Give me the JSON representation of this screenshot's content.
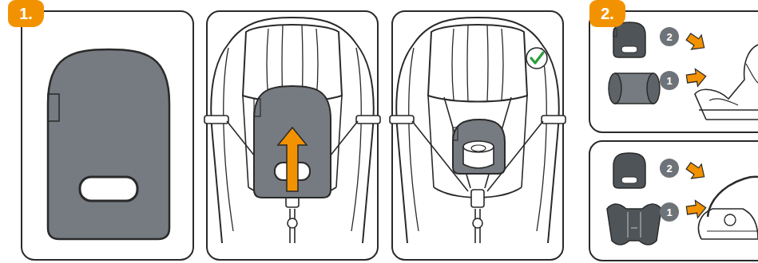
{
  "diagram": {
    "nodes": [
      {
        "text": [
          "1."
        ]
      },
      {
        "text": [
          "2."
        ]
      },
      {
        "text": [
          "2"
        ]
      },
      {
        "text": [
          "1"
        ]
      },
      {
        "text": [
          "2"
        ]
      },
      {
        "text": [
          "1"
        ]
      }
    ]
  }
}
